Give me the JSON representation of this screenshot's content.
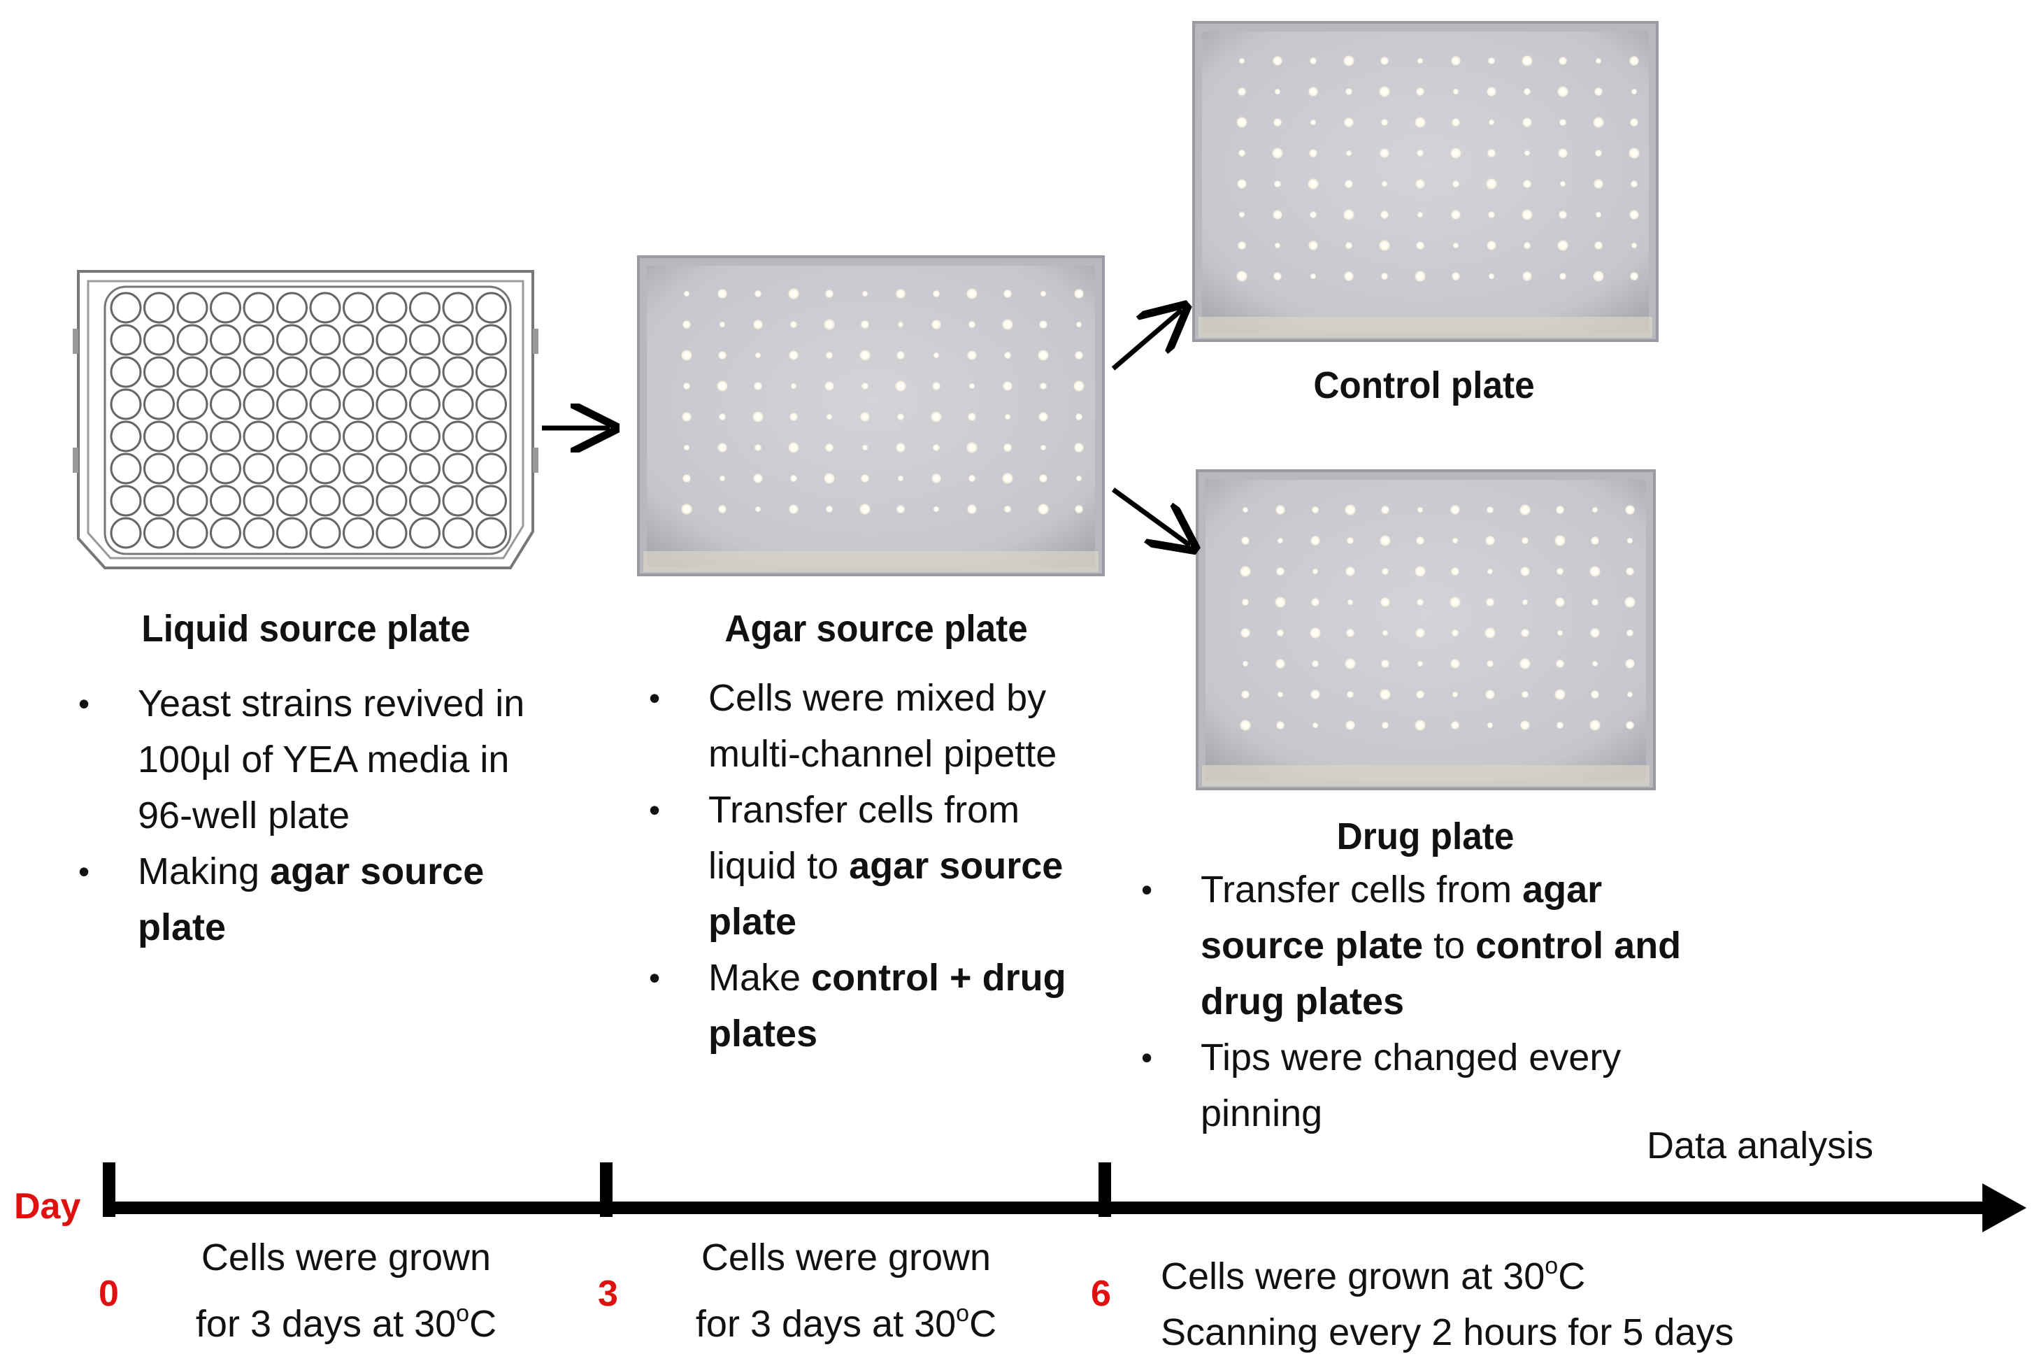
{
  "plates": {
    "liquid": {
      "title": "Liquid source plate",
      "bullets": [
        [
          {
            "t": "Yeast strains revived in 100µl of YEA media in 96-well plate",
            "b": false
          }
        ],
        [
          {
            "t": "Making ",
            "b": false
          },
          {
            "t": "agar source plate",
            "b": true
          }
        ]
      ]
    },
    "agar": {
      "title": "Agar source plate",
      "bullets": [
        [
          {
            "t": "Cells were mixed by multi-channel pipette",
            "b": false
          }
        ],
        [
          {
            "t": "Transfer cells from liquid to ",
            "b": false
          },
          {
            "t": "agar source plate",
            "b": true
          }
        ],
        [
          {
            "t": "Make ",
            "b": false
          },
          {
            "t": "control + drug plates",
            "b": true
          }
        ]
      ]
    },
    "control": {
      "title": "Control plate"
    },
    "drug": {
      "title": "Drug plate",
      "bullets": [
        [
          {
            "t": "Transfer cells from ",
            "b": false
          },
          {
            "t": "agar source plate",
            "b": true
          },
          {
            "t": " to ",
            "b": false
          },
          {
            "t": "control and drug plates",
            "b": true
          }
        ],
        [
          {
            "t": "Tips were changed every pinning",
            "b": false
          }
        ]
      ]
    }
  },
  "timeline": {
    "day_label": "Day",
    "ticks": [
      "0",
      "3",
      "6"
    ],
    "data_analysis": "Data analysis",
    "period1": {
      "line1": "Cells were grown",
      "line2_pre": "for 3 days at 30",
      "sup": "o",
      "line2_post": "C"
    },
    "period2": {
      "line1": "Cells were grown",
      "line2_pre": "for 3 days at 30",
      "sup": "o",
      "line2_post": "C"
    },
    "period3": {
      "line1_pre": "Cells were grown at 30",
      "sup": "o",
      "line1_post": "C",
      "line2": "Scanning every 2 hours for 5 days"
    }
  },
  "colors": {
    "tick_label": "#e01010",
    "timeline": "#000000",
    "agar": "#c9c9cf"
  },
  "icons": {
    "flow_arrow": "arrow-right-icon",
    "timeline_arrow": "arrowhead-icon"
  }
}
